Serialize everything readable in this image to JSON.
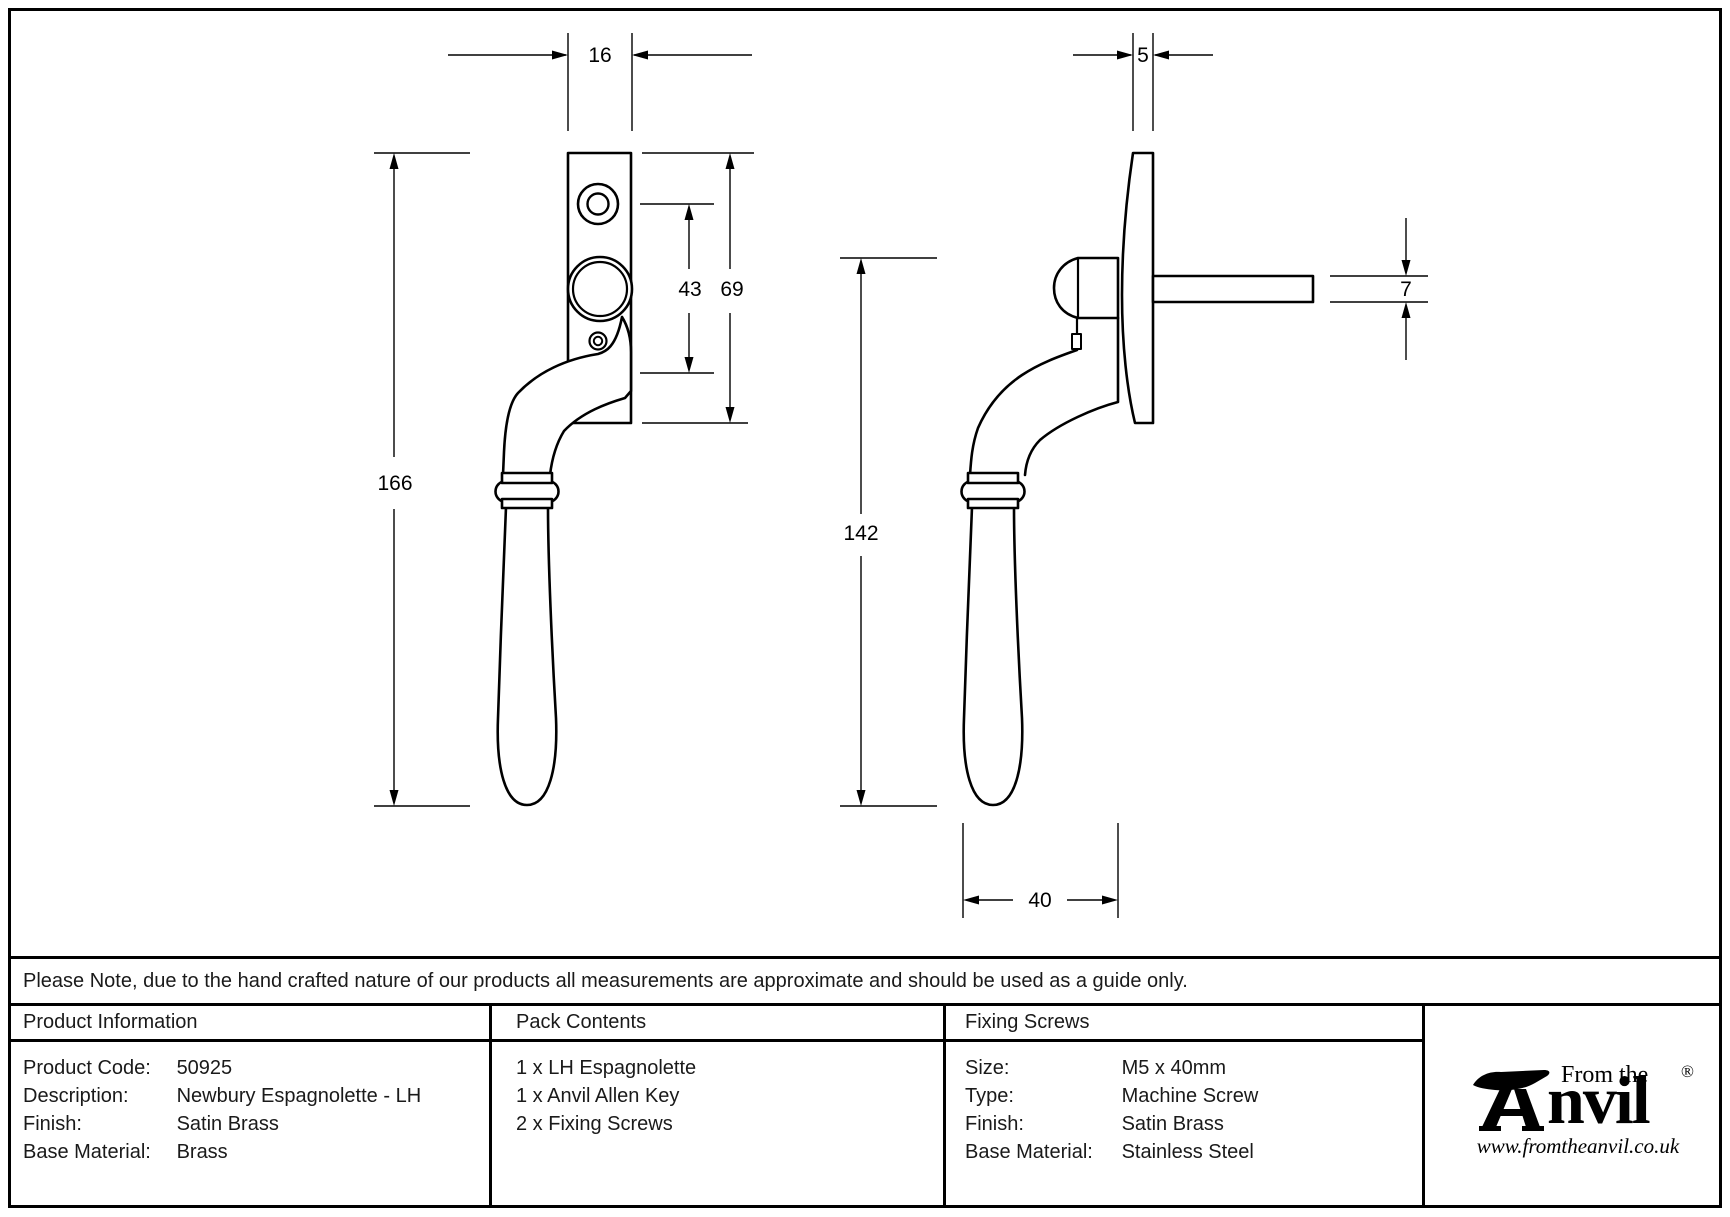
{
  "note": {
    "text": "Please Note, due to the hand crafted nature of our products all measurements are approximate and should be used as a guide only."
  },
  "dimensions": {
    "front": {
      "plate_width": "16",
      "hole_spacing": "43",
      "plate_height": "69",
      "overall_length": "166"
    },
    "side": {
      "plate_thickness": "5",
      "spindle_height": "7",
      "projection_length": "142",
      "handle_depth": "40"
    }
  },
  "table": {
    "product_information": {
      "header": "Product Information",
      "rows": [
        {
          "label": "Product Code:",
          "value": "50925"
        },
        {
          "label": "Description:",
          "value": "Newbury Espagnolette - LH"
        },
        {
          "label": "Finish:",
          "value": "Satin Brass"
        },
        {
          "label": "Base Material:",
          "value": "Brass"
        }
      ]
    },
    "pack_contents": {
      "header": "Pack Contents",
      "items": [
        "1 x LH Espagnolette",
        "1 x Anvil Allen Key",
        "2 x Fixing Screws"
      ]
    },
    "fixing_screws": {
      "header": "Fixing Screws",
      "rows": [
        {
          "label": "Size:",
          "value": "M5 x 40mm"
        },
        {
          "label": "Type:",
          "value": "Machine Screw"
        },
        {
          "label": "Finish:",
          "value": "Satin Brass"
        },
        {
          "label": "Base Material:",
          "value": "Stainless Steel"
        }
      ]
    }
  },
  "logo": {
    "prefix": "From the",
    "brand_name": "Anvil",
    "brand_suffix": "nvil",
    "registered": "®",
    "website": "www.fromtheanvil.co.uk"
  },
  "colors": {
    "line": "#000000",
    "background": "#ffffff"
  }
}
